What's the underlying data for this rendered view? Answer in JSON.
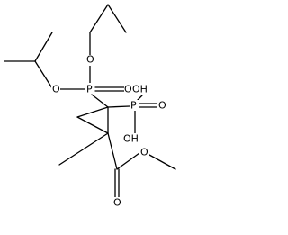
{
  "molecule": {
    "atoms": {
      "p1": "P",
      "p2": "P",
      "o_ester_left": "O",
      "o_ester_right": "O",
      "o_p1_double": "O",
      "oh_p1": "OH",
      "o_p2_double": "O",
      "oh_p2": "OH",
      "o_carbonyl": "O",
      "o_methoxy": "O"
    }
  }
}
